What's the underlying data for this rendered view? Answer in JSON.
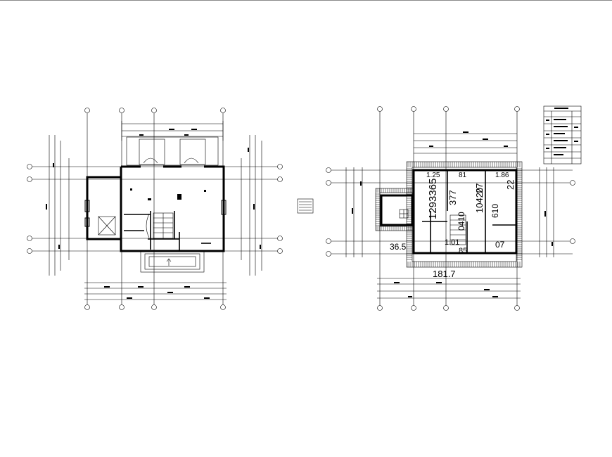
{
  "drawing": {
    "colors": {
      "line": "#000000",
      "background": "#ffffff",
      "frame": "#8a8a8a"
    },
    "upper_floor_labels": {
      "vertical": [
        "1293365",
        "377",
        "27",
        "10420",
        "22",
        "610",
        "0410"
      ],
      "horizontal": [
        "36.5",
        "181.7",
        "1.25",
        "81",
        "1.86",
        "85",
        "07",
        "1.01"
      ]
    }
  }
}
